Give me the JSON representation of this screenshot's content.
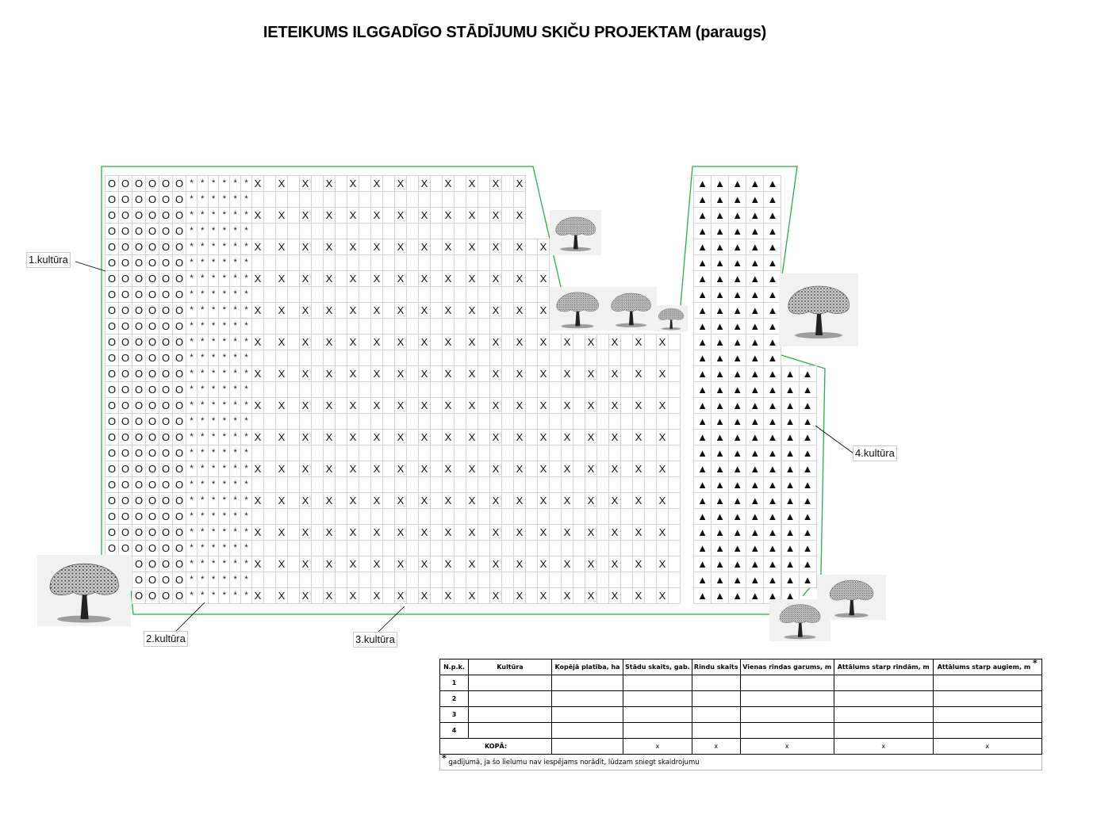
{
  "title": "IETEIKUMS ILGGADĪGO STĀDĪJUMU SKIČU PROJEKTAM (paraugs)",
  "symbols": {
    "culture1": "O",
    "culture2": "*",
    "culture3": "X",
    "culture4": "▲"
  },
  "labels": {
    "culture1": "1.kultūra",
    "culture2": "2.kultūra",
    "culture3": "3.kultūra",
    "culture4": "4.kultūra"
  },
  "colors": {
    "outline": "#22b14c",
    "grid": "#d4d4d4"
  },
  "table": {
    "headers": [
      "N.p.k.",
      "Kultūra",
      "Kopējā platība, ha",
      "Stādu skaits, gab.",
      "Rindu skaits",
      "Vienas rindas garums, m",
      "Attālums starp rindām, m",
      "Attālums starp augiem, m"
    ],
    "header_mark": "*",
    "rows": [
      "1",
      "2",
      "3",
      "4"
    ],
    "total_label": "KOPĀ:",
    "total_marks": [
      "x",
      "x",
      "x",
      "x",
      "x"
    ],
    "footnote_mark": "*",
    "footnote": "gadījumā, ja šo lielumu nav iespējams norādīt, lūdzam sniegt skaidrojumu"
  }
}
